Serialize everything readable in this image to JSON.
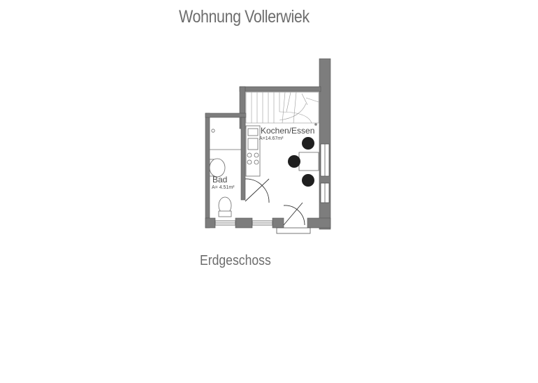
{
  "title": "Wohnung Vollerwiek",
  "subtitle": "Erdgeschoss",
  "rooms": [
    {
      "name": "Kochen/Essen",
      "area": "A=14.67m²"
    },
    {
      "name": "Bad",
      "area": "A=  4.51m²"
    }
  ],
  "colors": {
    "wall": "#7d7d7d",
    "text": "#6d6d6d",
    "line": "#333333"
  }
}
